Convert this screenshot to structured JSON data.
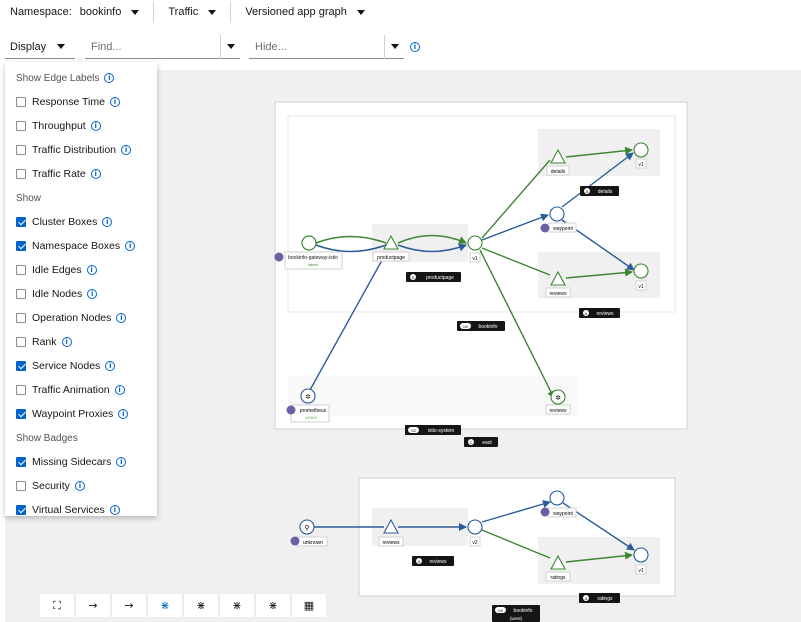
{
  "toolbar": {
    "namespace_label": "Namespace:",
    "namespace_value": "bookinfo",
    "traffic_label": "Traffic",
    "graph_type": "Versioned app graph",
    "display_label": "Display",
    "find_placeholder": "Find...",
    "hide_placeholder": "Hide..."
  },
  "display_menu": {
    "sections": [
      {
        "title": "Show Edge Labels",
        "info": true,
        "items": [
          {
            "label": "Response Time",
            "checked": false,
            "info": true
          },
          {
            "label": "Throughput",
            "checked": false,
            "info": true
          },
          {
            "label": "Traffic Distribution",
            "checked": false,
            "info": true
          },
          {
            "label": "Traffic Rate",
            "checked": false,
            "info": true
          }
        ]
      },
      {
        "title": "Show",
        "info": false,
        "items": [
          {
            "label": "Cluster Boxes",
            "checked": true,
            "info": true
          },
          {
            "label": "Namespace Boxes",
            "checked": true,
            "info": true
          },
          {
            "label": "Idle Edges",
            "checked": false,
            "info": true
          },
          {
            "label": "Idle Nodes",
            "checked": false,
            "info": true
          },
          {
            "label": "Operation Nodes",
            "checked": false,
            "info": true
          },
          {
            "label": "Rank",
            "checked": false,
            "info": true
          },
          {
            "label": "Service Nodes",
            "checked": true,
            "info": true
          },
          {
            "label": "Traffic Animation",
            "checked": false,
            "info": true
          },
          {
            "label": "Waypoint Proxies",
            "checked": true,
            "info": true
          }
        ]
      },
      {
        "title": "Show Badges",
        "info": false,
        "items": [
          {
            "label": "Missing Sidecars",
            "checked": true,
            "info": true
          },
          {
            "label": "Security",
            "checked": false,
            "info": true
          },
          {
            "label": "Virtual Services",
            "checked": true,
            "info": true
          }
        ]
      }
    ]
  },
  "graph": {
    "colors": {
      "ok_edge": "#3e8635",
      "tcp_edge": "#2b5b9a",
      "box_badge": "#151515",
      "waypoint": "#6b5fa6"
    },
    "node_labels": {
      "gateway": "bookinfo-gateway-istio",
      "gateway_sub": "latest",
      "productpage": "productpage",
      "pp_v1": "v1",
      "details": "details",
      "details_v1": "v1",
      "waypoint1": "waypoint",
      "reviews1": "reviews",
      "reviews_v1": "v1",
      "prometheus": "prometheus",
      "prometheus_sub": "v3.0.0",
      "reviews_ext": "reviews",
      "unknown": "unknown",
      "reviews2": "reviews",
      "reviews_v2": "v2",
      "waypoint2": "waypoint",
      "ratings": "ratings",
      "ratings_v1": "v1"
    },
    "box_badges": {
      "productpage_badge": "S",
      "productpage": "productpage",
      "details_badge": "A",
      "details": "details",
      "reviews1_badge": "A",
      "reviews1": "reviews",
      "bookinfo_ns_badge": "NS",
      "bookinfo_ns": "bookinfo",
      "istio_ns_badge": "NS",
      "istio_ns": "istio-system",
      "cluster_badge": "C",
      "cluster": "east",
      "reviews2_badge": "A",
      "reviews2": "reviews",
      "ratings_badge": "A",
      "ratings": "ratings",
      "bookinfo2_ns_badge": "NS",
      "bookinfo2_ns": "bookinfo",
      "bookinfo2_sub": "(west)"
    }
  },
  "bottom_toolbar": {
    "buttons": [
      {
        "name": "fit-to-screen",
        "glyph": "⛶"
      },
      {
        "name": "layout-horizontal",
        "glyph": "→"
      },
      {
        "name": "layout-vertical",
        "glyph": "→"
      },
      {
        "name": "layout-dagre",
        "glyph": "⋇",
        "active": true
      },
      {
        "name": "layout-cose",
        "glyph": "⋇"
      },
      {
        "name": "layout-breadthfirst",
        "glyph": "⋇"
      },
      {
        "name": "layout-grid",
        "glyph": "⋇"
      },
      {
        "name": "legend",
        "glyph": "▦"
      }
    ]
  }
}
